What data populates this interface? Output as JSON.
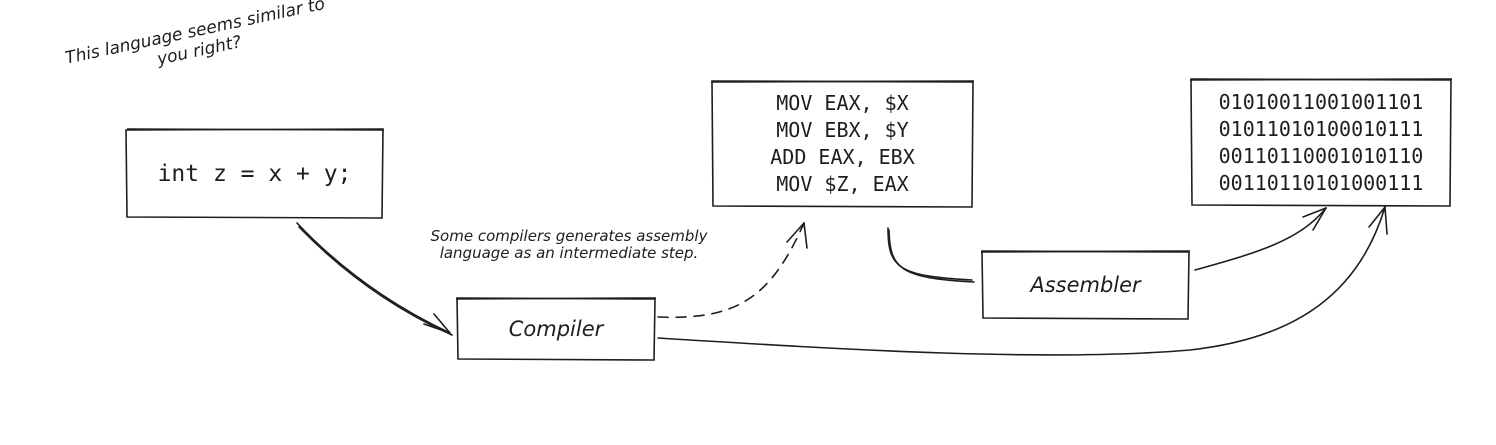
{
  "source_code": {
    "text": "int z = x + y;"
  },
  "annotation_top": {
    "lines": [
      "This language seems similar to",
      "you right?"
    ]
  },
  "compiler": {
    "label": "Compiler"
  },
  "annotation_middle": {
    "lines": [
      "Some compilers generates assembly",
      "language as an intermediate step."
    ]
  },
  "assembly": {
    "lines": [
      "MOV EAX, $X",
      "MOV EBX, $Y",
      "ADD EAX, EBX",
      "MOV $Z, EAX"
    ]
  },
  "assembler": {
    "label": "Assembler"
  },
  "machine_code": {
    "lines": [
      "01010011001001101",
      "01011010100010111",
      "00110110001010110",
      "00110110101000111"
    ]
  },
  "colors": {
    "stroke": "#1e1e1e",
    "background": "#ffffff"
  }
}
